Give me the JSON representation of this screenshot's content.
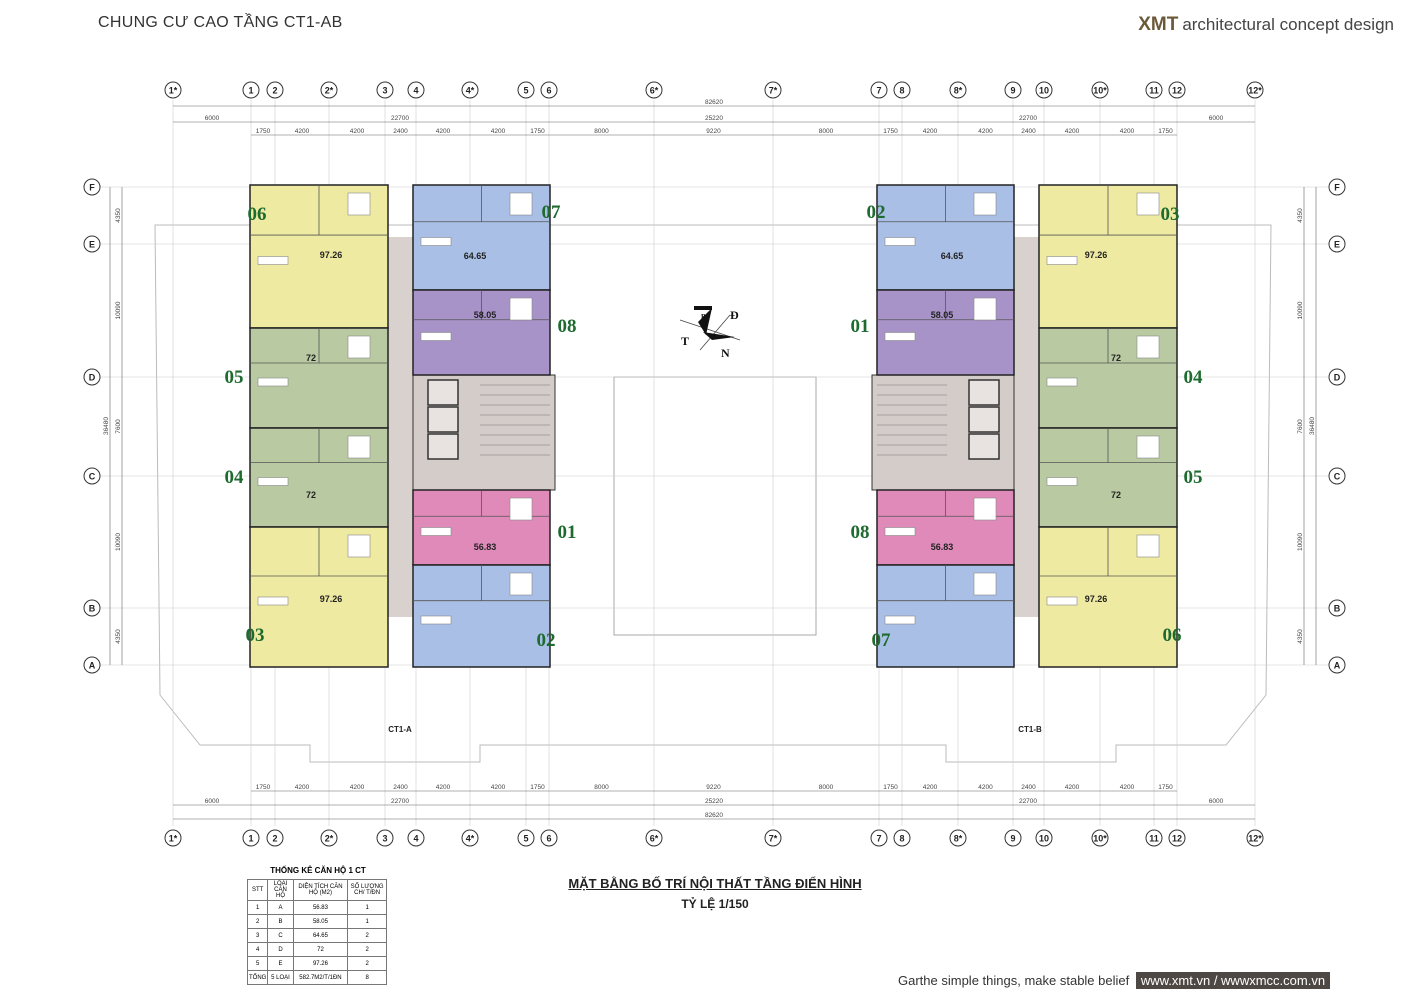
{
  "header": {
    "title": "CHUNG CƯ CAO TẦNG CT1-AB",
    "brand": "XMT",
    "brand_tagline": "architectural concept design"
  },
  "grid": {
    "columns": [
      "1*",
      "1",
      "2",
      "2*",
      "3",
      "4",
      "4*",
      "5",
      "6",
      "6*",
      "7*",
      "7",
      "8",
      "8*",
      "9",
      "10",
      "10*",
      "11",
      "12",
      "12*"
    ],
    "rows": [
      "F",
      "E",
      "D",
      "C",
      "B",
      "A"
    ],
    "total_width": "82620",
    "major_dims": [
      "6000",
      "22700",
      "25220",
      "22700",
      "6000"
    ],
    "minor_dims": [
      "1750",
      "4200",
      "4200",
      "2400",
      "4200",
      "4200",
      "1750",
      "8000",
      "9220",
      "8000",
      "1750",
      "4200",
      "4200",
      "2400",
      "4200",
      "4200",
      "1750"
    ],
    "row_dims": [
      "4350",
      "10090",
      "7600",
      "10090",
      "4350"
    ],
    "total_height": "36480"
  },
  "buildings": [
    {
      "name": "CT1-A",
      "units": [
        {
          "no": "06",
          "area": "97.26",
          "type": "E"
        },
        {
          "no": "05",
          "area": "72",
          "type": "D"
        },
        {
          "no": "04",
          "area": "72",
          "type": "D"
        },
        {
          "no": "03",
          "area": "97.26",
          "type": "E"
        },
        {
          "no": "07",
          "area": "64.65",
          "type": "C"
        },
        {
          "no": "08",
          "area": "58.05",
          "type": "B"
        },
        {
          "no": "01",
          "area": "56.83",
          "type": "A"
        },
        {
          "no": "02",
          "area": "",
          "type": "C"
        }
      ]
    },
    {
      "name": "CT1-B",
      "units": [
        {
          "no": "03",
          "area": "97.26",
          "type": "E"
        },
        {
          "no": "04",
          "area": "72",
          "type": "D"
        },
        {
          "no": "05",
          "area": "72",
          "type": "D"
        },
        {
          "no": "06",
          "area": "97.26",
          "type": "E"
        },
        {
          "no": "02",
          "area": "64.65",
          "type": "C"
        },
        {
          "no": "01",
          "area": "58.05",
          "type": "B"
        },
        {
          "no": "08",
          "area": "56.83",
          "type": "A"
        },
        {
          "no": "07",
          "area": "",
          "type": "C"
        }
      ]
    }
  ],
  "compass": {
    "labels": [
      "B",
      "Đ",
      "T",
      "N"
    ]
  },
  "colors": {
    "A": "#e08ab9",
    "B": "#a893c9",
    "C": "#a9bfe6",
    "D": "#b9c9a2",
    "E": "#efeaa2",
    "corridor": "#d9d1cd",
    "core": "#d4ccc8",
    "unit_label": "#1e6b2f"
  },
  "caption": {
    "title": "MẶT BẰNG BỐ TRÍ NỘI THẤT TẦNG ĐIỂN HÌNH",
    "scale": "TỶ LỆ 1/150"
  },
  "stats": {
    "title": "THỐNG KÊ CĂN HỘ 1 CT",
    "headers": [
      "STT",
      "LOẠI CĂN HỘ",
      "DIỆN TÍCH CĂN HỘ (M2)",
      "SỐ LƯỢNG CH/ T/ĐN"
    ],
    "rows": [
      [
        "1",
        "A",
        "56.83",
        "1"
      ],
      [
        "2",
        "B",
        "58.05",
        "1"
      ],
      [
        "3",
        "C",
        "64.65",
        "2"
      ],
      [
        "4",
        "D",
        "72",
        "2"
      ],
      [
        "5",
        "E",
        "97.26",
        "2"
      ],
      [
        "TỔNG",
        "5 LOẠI",
        "582.7M2/T/1ĐN",
        "8"
      ]
    ]
  },
  "footer": {
    "slogan": "Garthe simple things, make stable belief",
    "website": "www.xmt.vn / wwwxmcc.com.vn"
  }
}
